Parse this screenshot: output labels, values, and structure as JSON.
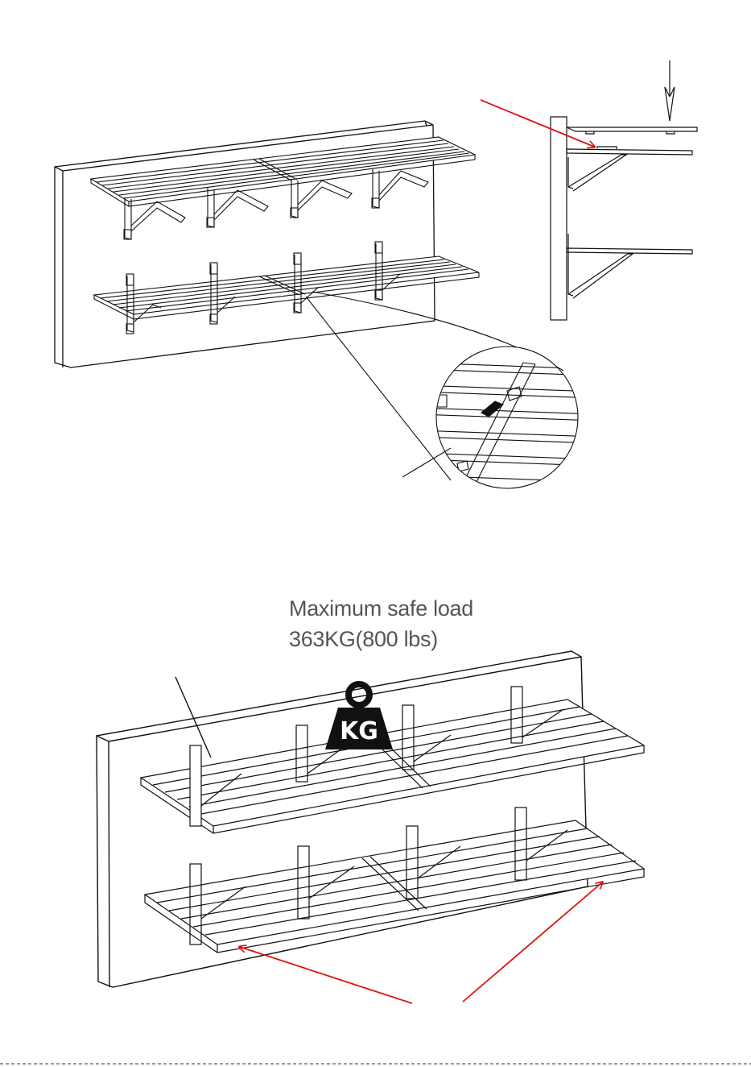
{
  "load": {
    "line1": "Maximum safe load",
    "line2": "363KG(800 lbs)"
  },
  "weight_icon": {
    "name": "kg-weight-icon",
    "label": "KG"
  },
  "colors": {
    "line": "#111111",
    "callout_arrow": "#e01010",
    "load_text": "#555555",
    "weight_icon": "#111111"
  }
}
